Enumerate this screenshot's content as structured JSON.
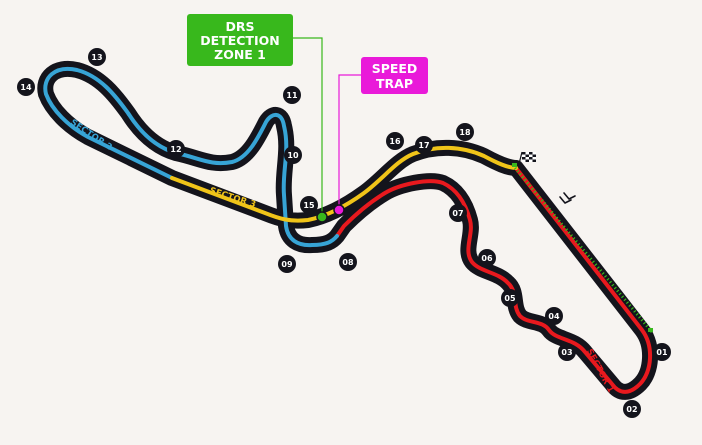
{
  "colors": {
    "background": "#f7f4f1",
    "track_outline": "#14141c",
    "sector_1": "#e8191e",
    "sector_2": "#37a4d6",
    "sector_3": "#f0c419",
    "drs": "#38b81c",
    "speed_trap": "#e91ad9",
    "turn_marker": "#14141c",
    "turn_text": "#ffffff"
  },
  "sectors": [
    {
      "label": "SECTOR 1",
      "color": "#e8191e"
    },
    {
      "label": "SECTOR 2",
      "color": "#37a4d6"
    },
    {
      "label": "SECTOR 3",
      "color": "#f0c419"
    }
  ],
  "callouts": {
    "drs": {
      "lines": [
        "DRS",
        "DETECTION",
        "ZONE 1"
      ],
      "color": "#38b81c"
    },
    "speed_trap": {
      "lines": [
        "SPEED",
        "TRAP"
      ],
      "color": "#e91ad9"
    }
  },
  "turns": [
    "01",
    "02",
    "03",
    "04",
    "05",
    "06",
    "07",
    "08",
    "09",
    "10",
    "11",
    "12",
    "13",
    "14",
    "15",
    "16",
    "17",
    "18"
  ],
  "icons": {
    "start_finish": "checkered-flag-icon",
    "direction": "double-chevron-right-icon"
  }
}
